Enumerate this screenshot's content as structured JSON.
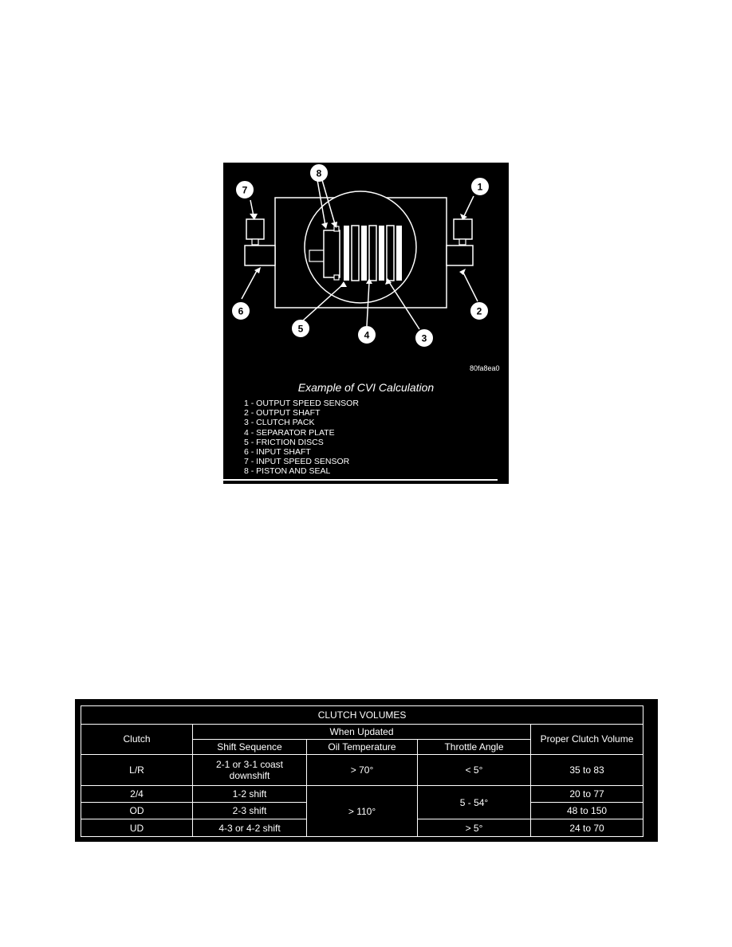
{
  "figure": {
    "callouts": [
      "1",
      "2",
      "3",
      "4",
      "5",
      "6",
      "7",
      "8"
    ],
    "code": "80fa8ea0",
    "caption": "Example of CVI Calculation",
    "legend": [
      "1 - OUTPUT SPEED SENSOR",
      "2 - OUTPUT SHAFT",
      "3 - CLUTCH PACK",
      "4 - SEPARATOR PLATE",
      "5 - FRICTION DISCS",
      "6 - INPUT SHAFT",
      "7 - INPUT SPEED SENSOR",
      "8 - PISTON AND SEAL"
    ]
  },
  "table": {
    "title": "CLUTCH VOLUMES",
    "headers": {
      "clutch": "Clutch",
      "when_updated": "When Updated",
      "shift_sequence": "Shift Sequence",
      "oil_temperature": "Oil Temperature",
      "throttle_angle": "Throttle Angle",
      "proper_volume": "Proper Clutch Volume"
    },
    "rows": [
      {
        "clutch": "L/R",
        "shift": "2-1 or 3-1 coast downshift",
        "oil": "> 70°",
        "throttle": "< 5°",
        "volume": "35 to 83"
      },
      {
        "clutch": "2/4",
        "shift": "1-2 shift",
        "oil": "> 110°",
        "throttle": "5 - 54°",
        "volume": "20 to 77"
      },
      {
        "clutch": "OD",
        "shift": "2-3 shift",
        "volume": "48 to 150"
      },
      {
        "clutch": "UD",
        "shift": "4-3 or 4-2 shift",
        "throttle": "> 5°",
        "volume": "24 to 70"
      }
    ]
  }
}
